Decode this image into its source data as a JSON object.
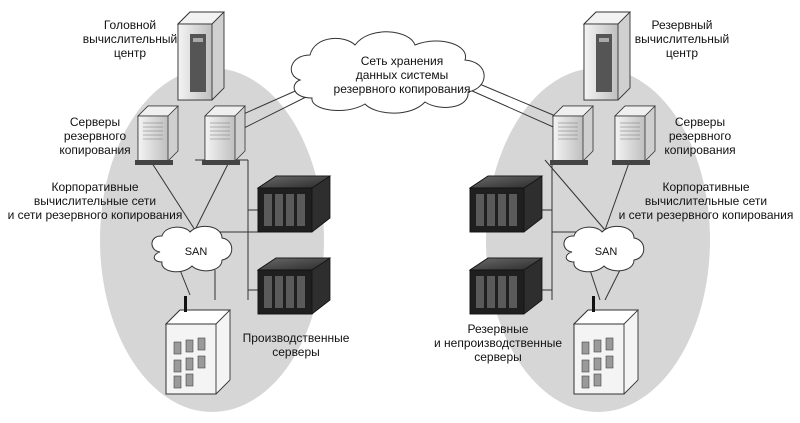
{
  "labels": {
    "main_center": "Головной\nвычислительный\nцентр",
    "backup_center": "Резервный\nвычислительный\nцентр",
    "storage_network": "Сеть хранения\nданных системы\nрезервного копирования",
    "backup_servers_left": "Серверы\nрезервного\nкопирования",
    "backup_servers_right": "Серверы\nрезервного\nкопирования",
    "corp_networks_left": "Корпоративные\nвычислительные сети\nи сети резервного копирования",
    "corp_networks_right": "Корпоративные\nвычислительные сети\nи сети резервного копирования",
    "san_left": "SAN",
    "san_right": "SAN",
    "production_servers": "Производственные\nсерверы",
    "reserve_servers": "Резервные\nи непроизводственные\nсерверы"
  },
  "colors": {
    "site_ellipse": "#d4d4d4",
    "cloud_fill": "#ffffff",
    "line": "#333333",
    "rack": "#e6e6e6",
    "server_dark": "#3a3a3a",
    "storage": "#f0f0f0"
  },
  "icons": {
    "mainframe": "server-rack-icon",
    "backup_server": "server-tower-icon",
    "production_server": "server-cube-icon",
    "cloud": "network-cloud-icon",
    "storage": "disk-array-icon"
  }
}
